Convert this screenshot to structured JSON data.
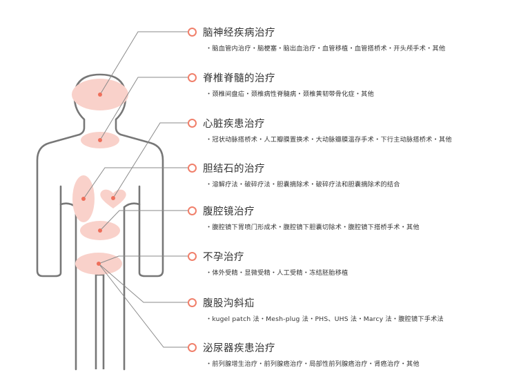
{
  "colors": {
    "accent": "#f07f6a",
    "region_fill": "#f9d1ca",
    "marker": "#ee6f5b",
    "outline": "#777777",
    "leader": "#8a8a8a"
  },
  "treatments": [
    {
      "icon": "circle-marker-icon",
      "title": "脑神经疾病治疗",
      "items": "・脑血管内治疗・脑梗塞・脑出血治疗・血管移植・血管搭桥术・开头颅手术・其他"
    },
    {
      "icon": "circle-marker-icon",
      "title": "脊椎脊髓的治疗",
      "items": "・颈椎间盘疝・颈椎病性脊髓病・颈椎黄韧带骨化症・其他"
    },
    {
      "icon": "circle-marker-icon",
      "title": "心脏疾患治疗",
      "items": "・冠状动脉搭桥术・人工瓣膜置换术・大动脉瓣膜温存手术・下行主动脉搭桥术・其他"
    },
    {
      "icon": "circle-marker-icon",
      "title": "胆结石的治疗",
      "items": "・溶解疗法・破碎疗法・胆囊摘除术・破碎疗法和胆囊摘除术的结合"
    },
    {
      "icon": "circle-marker-icon",
      "title": "腹腔镜治疗",
      "items": "・腹腔镜下胃喷门形成术・腹腔镜下胆囊切除术・腹腔镜下搭桥手术・其他"
    },
    {
      "icon": "circle-marker-icon",
      "title": "不孕治疗",
      "items": "・体外受精・显微受精・人工受精・冻结胚胎移植"
    },
    {
      "icon": "circle-marker-icon",
      "title": "腹股沟斜疝",
      "items": "・kugel patch 法・Mesh-plug 法・PHS、UHS 法・Marcy 法・腹腔镜下手术法"
    },
    {
      "icon": "circle-marker-icon",
      "title": "泌尿器疾患治疗",
      "items": "・前列腺增生治疗・前列腺癌治疗・局部性前列腺癌治疗・肾癌治疗・其他"
    }
  ]
}
